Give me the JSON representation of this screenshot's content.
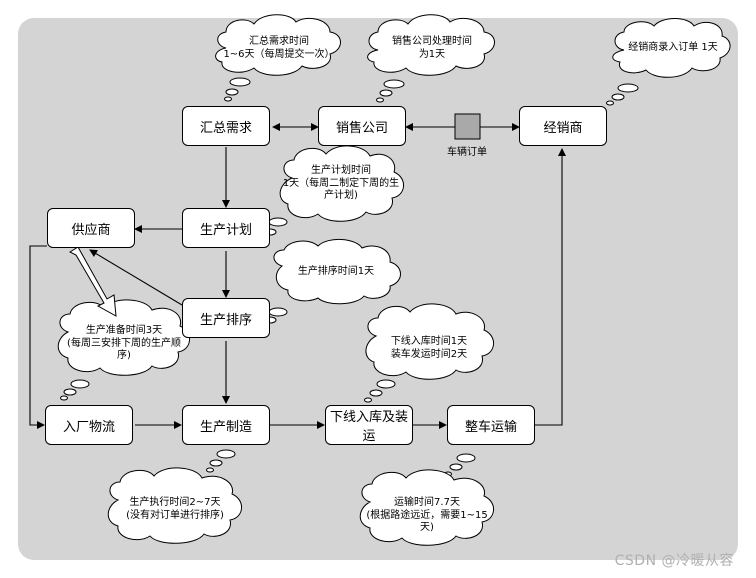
{
  "nodes": {
    "summary_demand": "汇总需求",
    "sales_company": "销售公司",
    "dealer": "经销商",
    "supplier": "供应商",
    "production_plan": "生产计划",
    "production_schedule": "生产排序",
    "inbound_logistics": "入厂物流",
    "production_manufacturing": "生产制造",
    "offline_storage_loading": "下线入库及装运",
    "vehicle_transport": "整车运输"
  },
  "connector_label": "车辆订单",
  "notes": {
    "summary_time": [
      "汇总需求时间",
      "1~6天（每周提交一次）"
    ],
    "sales_time": [
      "销售公司处理时间",
      "为1天"
    ],
    "dealer_time": [
      "经销商录入订单 1天"
    ],
    "plan_time": [
      "生产计划时间",
      "1天（每周二制定下周的生",
      "产计划)"
    ],
    "schedule_time": [
      "生产排序时间1天"
    ],
    "prep_time": [
      "生产准备时间3天",
      "(每周三安排下周的生产顺",
      "序)"
    ],
    "offline_time": [
      "下线入库时间1天",
      "装车发运时间2天"
    ],
    "exec_time": [
      "生产执行时间2~7天",
      "(没有对订单进行排序)"
    ],
    "transport_time": [
      "运输时间7.7天",
      "(根据路途远近，需要1~15",
      "天)"
    ]
  },
  "watermark": "CSDN @冷暖从容",
  "colors": {
    "panel": "#d4d4d4",
    "node_fill": "#ffffff",
    "stroke": "#000000",
    "connector_square": "#a9a9a9"
  }
}
